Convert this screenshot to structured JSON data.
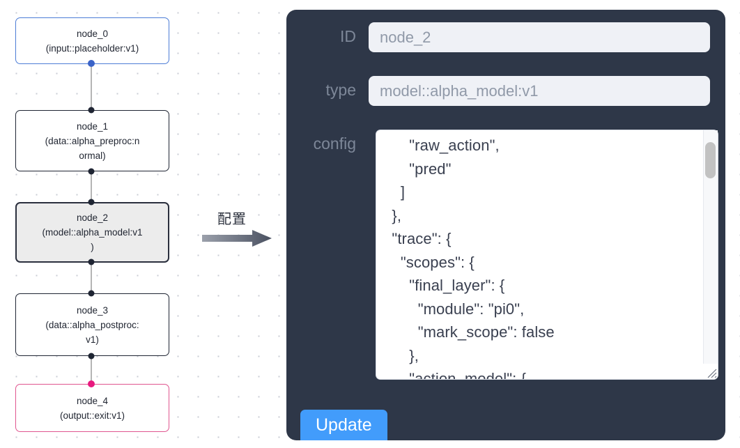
{
  "graph": {
    "nodes": [
      {
        "id": "node_0",
        "type_line": "(input::placeholder:v1)",
        "role": "input",
        "selected": false
      },
      {
        "id": "node_1",
        "type_line": "(data::alpha_preproc:n",
        "type_line2": "ormal)",
        "role": "default",
        "selected": false
      },
      {
        "id": "node_2",
        "type_line": "(model::alpha_model:v1",
        "type_line2": ")",
        "role": "default",
        "selected": true
      },
      {
        "id": "node_3",
        "type_line": "(data::alpha_postproc:",
        "type_line2": "v1)",
        "role": "default",
        "selected": false
      },
      {
        "id": "node_4",
        "type_line": "(output::exit:v1)",
        "role": "output",
        "selected": false
      }
    ],
    "colors": {
      "input_border": "#4c7cd6",
      "output_border": "#e0558f",
      "default_border": "#1f2533",
      "selected_fill": "#ececec",
      "edge": "#b5b5b5",
      "handle": "#1f2533",
      "handle_input": "#3a63c8",
      "handle_output": "#e8197e"
    }
  },
  "arrow": {
    "label": "配置",
    "color": "#6b7280"
  },
  "panel": {
    "background_color": "#2e3748",
    "fields": [
      {
        "label": "ID",
        "value": "node_2"
      },
      {
        "label": "type",
        "value": "model::alpha_model:v1"
      }
    ],
    "config": {
      "label": "config",
      "value": "      \"raw_action\",\n      \"pred\"\n    ]\n  },\n  \"trace\": {\n    \"scopes\": {\n      \"final_layer\": {\n        \"module\": \"pi0\",\n        \"mark_scope\": false\n      },\n      \"action_model\": {",
      "scroll_position": "near-top"
    },
    "update_button": {
      "label": "Update",
      "color": "#429cfb"
    }
  }
}
